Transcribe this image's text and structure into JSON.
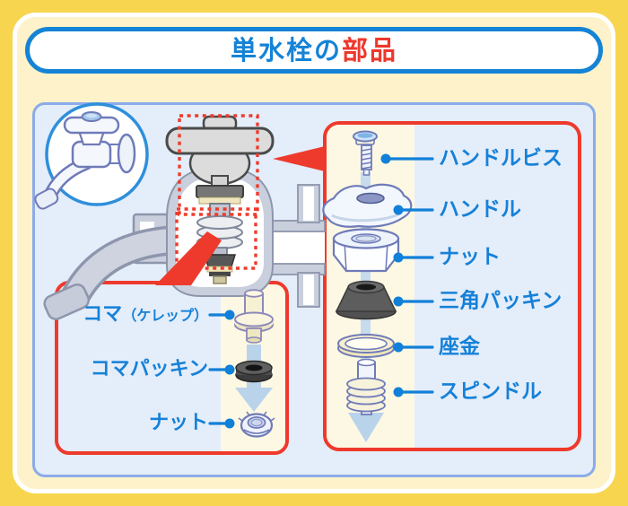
{
  "title": {
    "text_blue": "単水栓の",
    "text_red": "部品"
  },
  "legend_right": {
    "items": [
      {
        "label": "ハンドルビス",
        "part": "handle-screw"
      },
      {
        "label": "ハンドル",
        "part": "handle"
      },
      {
        "label": "ナット",
        "part": "nut"
      },
      {
        "label": "三角パッキン",
        "part": "triangle-packing"
      },
      {
        "label": "座金",
        "part": "washer"
      },
      {
        "label": "スピンドル",
        "part": "spindle"
      }
    ]
  },
  "legend_bottom": {
    "items": [
      {
        "label": "コマ",
        "label_sub": "（ケレップ）",
        "part": "koma-valve"
      },
      {
        "label": "コマパッキン",
        "part": "koma-packing"
      },
      {
        "label": "ナット",
        "part": "nut"
      }
    ]
  },
  "colors": {
    "frame_yellow": "#f7d54e",
    "inner_cream": "#fdf2c9",
    "panel_blue": "#e4edfa",
    "box_cream": "#fdf8e3",
    "accent_blue": "#1583d6",
    "accent_red": "#ee3a2c",
    "label_blue": "#1581d8",
    "arrow_blue": "#b9d3ea"
  }
}
